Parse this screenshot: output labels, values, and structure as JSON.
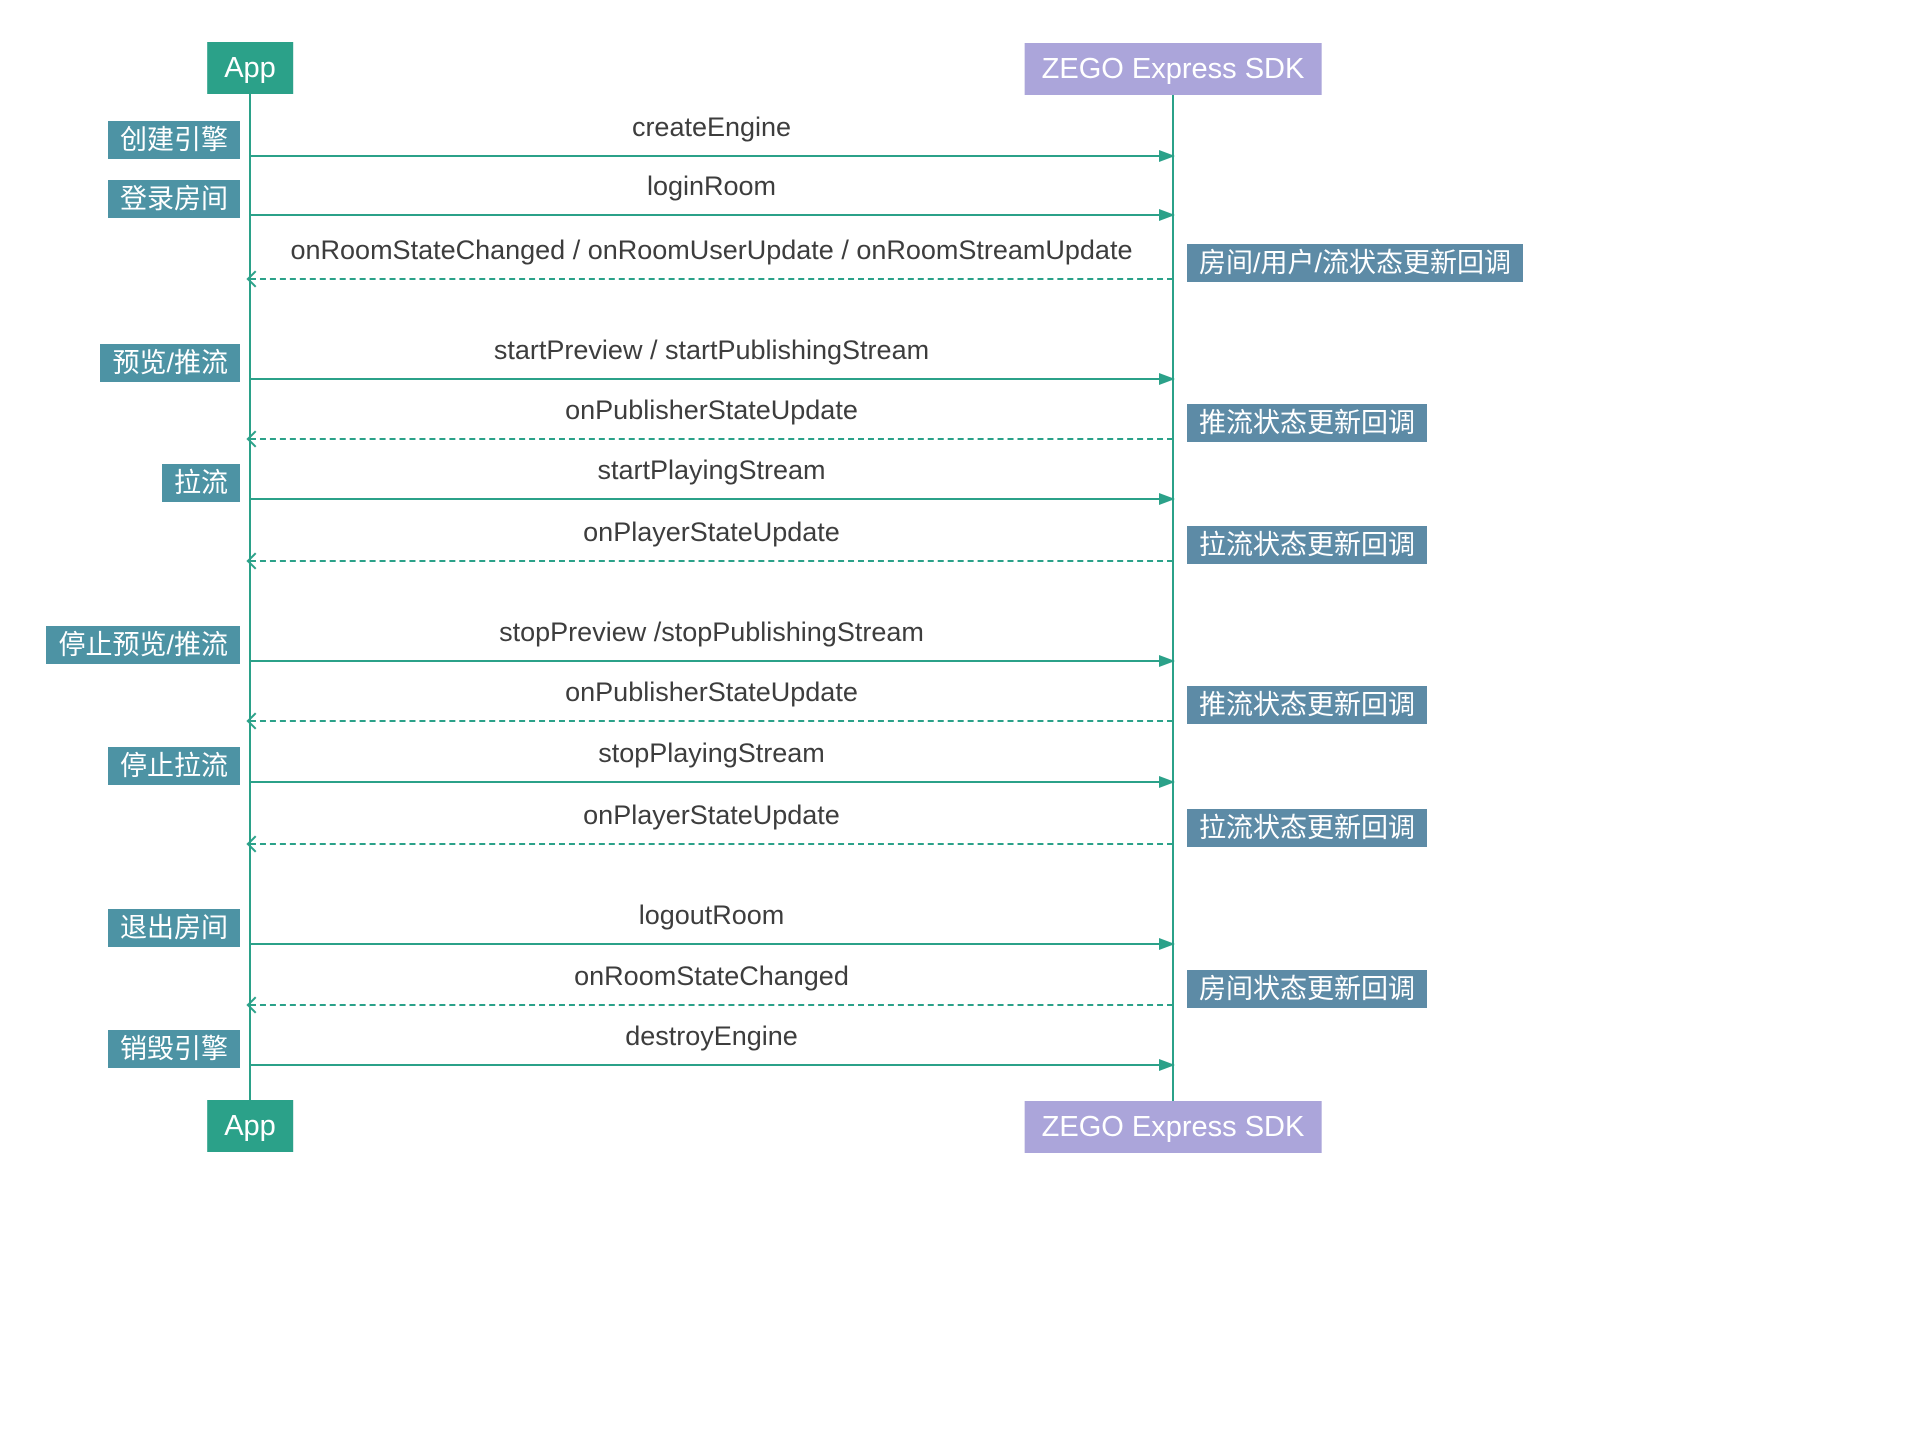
{
  "colors": {
    "actor_left_bg": "#2ba189",
    "actor_right_bg": "#aba5da",
    "step_label_bg": "#4d93a4",
    "callback_label_bg": "#5d8ba6",
    "arrow_color": "#2ba189",
    "message_text_color": "#3d3d3d"
  },
  "actors": {
    "left": "App",
    "right": "ZEGO Express SDK"
  },
  "rows": [
    {
      "type": "message",
      "text": "createEngine",
      "side_label": "创建引擎"
    },
    {
      "type": "message",
      "text": "loginRoom",
      "side_label": "登录房间"
    },
    {
      "type": "callback",
      "text": "onRoomStateChanged / onRoomUserUpdate / onRoomStreamUpdate",
      "side_label": "房间/用户/流状态更新回调"
    },
    {
      "type": "message",
      "text": "startPreview / startPublishingStream",
      "side_label": "预览/推流"
    },
    {
      "type": "callback",
      "text": "onPublisherStateUpdate",
      "side_label": "推流状态更新回调"
    },
    {
      "type": "message",
      "text": "startPlayingStream",
      "side_label": "拉流"
    },
    {
      "type": "callback",
      "text": "onPlayerStateUpdate",
      "side_label": "拉流状态更新回调"
    },
    {
      "type": "message",
      "text": "stopPreview /stopPublishingStream",
      "side_label": "停止预览/推流"
    },
    {
      "type": "callback",
      "text": "onPublisherStateUpdate",
      "side_label": "推流状态更新回调"
    },
    {
      "type": "message",
      "text": "stopPlayingStream",
      "side_label": "停止拉流"
    },
    {
      "type": "callback",
      "text": "onPlayerStateUpdate",
      "side_label": "拉流状态更新回调"
    },
    {
      "type": "message",
      "text": "logoutRoom",
      "side_label": "退出房间"
    },
    {
      "type": "callback",
      "text": "onRoomStateChanged",
      "side_label": "房间状态更新回调"
    },
    {
      "type": "message",
      "text": "destroyEngine",
      "side_label": "销毁引擎"
    }
  ]
}
